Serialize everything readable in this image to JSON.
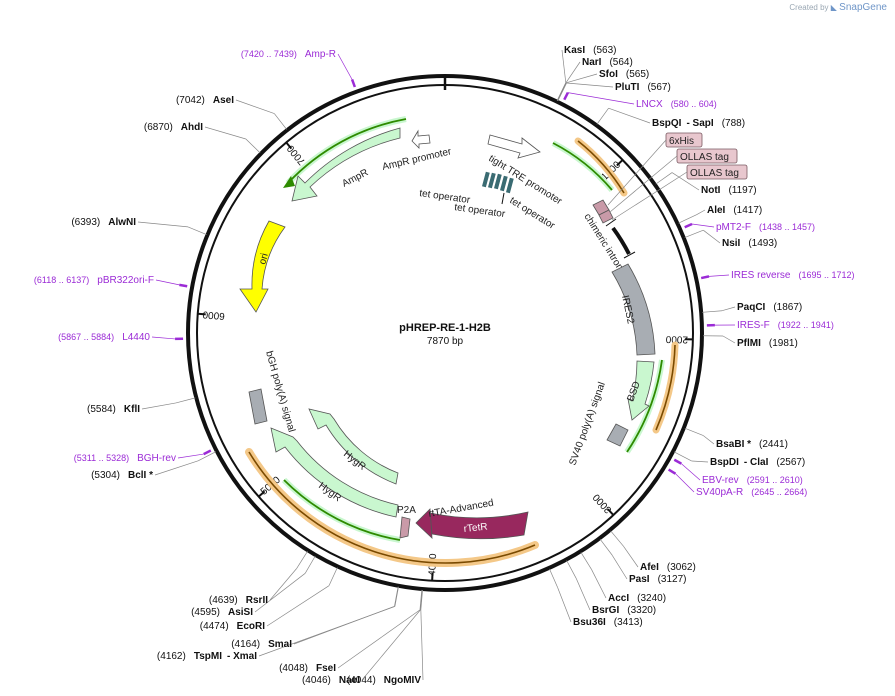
{
  "credit": {
    "prefix": "Created by",
    "brand": "SnapGene"
  },
  "plasmid": {
    "name": "pHREP-RE-1-H2B",
    "size_label": "7870 bp",
    "length": 7870
  },
  "colors": {
    "backbone": "#111111",
    "primer": "#9b2bd6",
    "site_text": "#111111",
    "ampr": "#c9f7cf",
    "hygr": "#c9f7cf",
    "promoter": "#ffffff",
    "ori": "#ffff00",
    "rtetr": "#98285e",
    "polya": "#a8adb3",
    "ires": "#a8adb3",
    "orf_line": "#2e8b00",
    "orf_glow": "#f4c888"
  },
  "ticks": [
    {
      "label": "1000",
      "pos": 1000
    },
    {
      "label": "2000",
      "pos": 2000
    },
    {
      "label": "3000",
      "pos": 3000
    },
    {
      "label": "4000",
      "pos": 4000
    },
    {
      "label": "5000",
      "pos": 5000
    },
    {
      "label": "6000",
      "pos": 6000
    },
    {
      "label": "7000",
      "pos": 7000
    }
  ],
  "sites": [
    {
      "name": "KasI",
      "pos": "(563)",
      "p": 563
    },
    {
      "name": "NarI",
      "pos": "(564)",
      "p": 564
    },
    {
      "name": "SfoI",
      "pos": "(565)",
      "p": 565
    },
    {
      "name": "PluTI",
      "pos": "(567)",
      "p": 567
    },
    {
      "name": "BspQI",
      "extra": "- SapI",
      "pos": "(788)",
      "p": 788
    },
    {
      "name": "NotI",
      "pos": "(1197)",
      "p": 1197
    },
    {
      "name": "AleI",
      "pos": "(1417)",
      "p": 1417
    },
    {
      "name": "NsiI",
      "pos": "(1493)",
      "p": 1493
    },
    {
      "name": "PaqCI",
      "pos": "(1867)",
      "p": 1867
    },
    {
      "name": "PflMI",
      "pos": "(1981)",
      "p": 1981
    },
    {
      "name": "BsaBI *",
      "pos": "(2441)",
      "p": 2441
    },
    {
      "name": "BspDI",
      "extra": "- ClaI",
      "pos": "(2567)",
      "p": 2567
    },
    {
      "name": "AfeI",
      "pos": "(3062)",
      "p": 3062
    },
    {
      "name": "PasI",
      "pos": "(3127)",
      "p": 3127
    },
    {
      "name": "AccI",
      "pos": "(3240)",
      "p": 3240
    },
    {
      "name": "BsrGI",
      "pos": "(3320)",
      "p": 3320
    },
    {
      "name": "Bsu36I",
      "pos": "(3413)",
      "p": 3413
    },
    {
      "name": "NgoMIV",
      "pos": "(4044)",
      "p": 4044
    },
    {
      "name": "NaeI",
      "pos": "(4046)",
      "p": 4046
    },
    {
      "name": "FseI",
      "pos": "(4048)",
      "p": 4048
    },
    {
      "name": "TspMI",
      "extra": "- XmaI",
      "pos": "(4162)",
      "p": 4162
    },
    {
      "name": "SmaI",
      "pos": "(4164)",
      "p": 4164
    },
    {
      "name": "EcoRI",
      "pos": "(4474)",
      "p": 4474
    },
    {
      "name": "AsiSI",
      "pos": "(4595)",
      "p": 4595
    },
    {
      "name": "RsrII",
      "pos": "(4639)",
      "p": 4639
    },
    {
      "name": "BclI *",
      "pos": "(5304)",
      "p": 5304
    },
    {
      "name": "KflI",
      "pos": "(5584)",
      "p": 5584
    },
    {
      "name": "AlwNI",
      "pos": "(6393)",
      "p": 6393
    },
    {
      "name": "AhdI",
      "pos": "(6870)",
      "p": 6870
    },
    {
      "name": "AseI",
      "pos": "(7042)",
      "p": 7042
    }
  ],
  "primers": [
    {
      "name": "Amp-R",
      "range": "(7420 .. 7439)",
      "p": 7430
    },
    {
      "name": "LNCX",
      "range": "(580 .. 604)",
      "p": 592
    },
    {
      "name": "pMT2-F",
      "range": "(1438 .. 1457)",
      "p": 1447
    },
    {
      "name": "IRES reverse",
      "range": "(1695 .. 1712)",
      "p": 1703
    },
    {
      "name": "IRES-F",
      "range": "(1922 .. 1941)",
      "p": 1931
    },
    {
      "name": "EBV-rev",
      "range": "(2591 .. 2610)",
      "p": 2600
    },
    {
      "name": "SV40pA-R",
      "range": "(2645 .. 2664)",
      "p": 2654
    },
    {
      "name": "BGH-rev",
      "range": "(5311 .. 5328)",
      "p": 5320
    },
    {
      "name": "L4440",
      "range": "(5867 .. 5884)",
      "p": 5875
    },
    {
      "name": "pBR322ori-F",
      "range": "(6118 .. 6137)",
      "p": 6127
    }
  ],
  "features": {
    "ampr": "AmpR",
    "ampr_promoter": "AmpR promoter",
    "ori": "ori",
    "tight_tre": "tight TRE promoter",
    "tet_operator_1": "tet operator",
    "tet_operator_2": "tet operator",
    "tet_operator_3": "tet operator",
    "chimeric_intron": "chimeric intron",
    "ires2": "IRES2",
    "bsd": "BSD",
    "sv40_polya": "SV40 poly(A) signal",
    "rtetr": "rTetR",
    "rtta": "rtTA-Advanced",
    "p2a": "P2A",
    "hygr_1": "HygR",
    "hygr_2": "HygR",
    "bgh_polya": "bGH poly(A) signal"
  },
  "tags": [
    {
      "label": "6xHis"
    },
    {
      "label": "OLLAS tag"
    },
    {
      "label": "OLLAS tag"
    }
  ]
}
